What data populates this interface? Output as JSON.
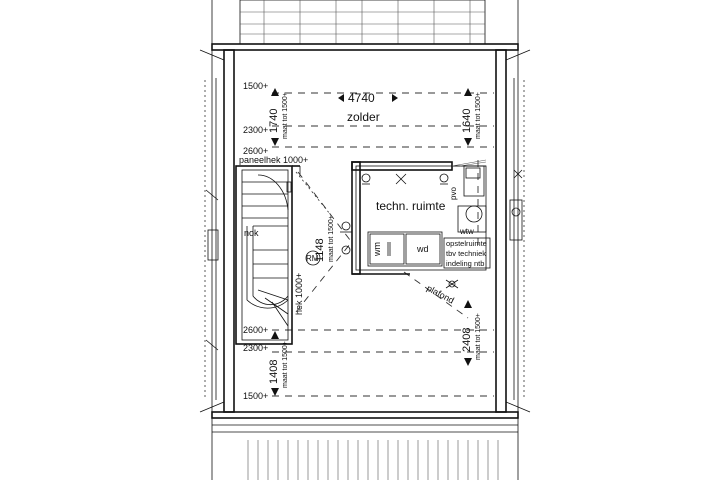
{
  "floor": {
    "room_name": "zolder",
    "width_dim": "4740"
  },
  "heights": {
    "h1500_top": "1500+",
    "h2300_top": "2300+",
    "h2600_top": "2600+",
    "h2600_bottom": "2600+",
    "h2300_bottom": "2300+",
    "h1500_bottom": "1500+"
  },
  "dimensions": {
    "left_top_value": "1740",
    "left_top_note": "maat tot 1500+",
    "right_top_value": "1640",
    "right_top_note": "maat tot 1500+",
    "left_bottom_value": "1408",
    "left_bottom_note": "maat tot 1500+",
    "right_bottom_value": "2408",
    "right_bottom_note": "maat tot 1500+",
    "center_value": "1148",
    "center_note": "maat tot 1500+"
  },
  "labels": {
    "panel_fence": "paneelhek 1000+",
    "fence": "hek 1000+",
    "nok": "nok",
    "rm": "RM",
    "plafond": "plafond",
    "wm": "wm",
    "wd": "wd",
    "pvo": "pvo",
    "wtw": "wtw",
    "tech_room": "techn. ruimte",
    "setup_line1": "opstelruimte",
    "setup_line2": "tbv techniek",
    "setup_line3": "indeling ntb"
  }
}
